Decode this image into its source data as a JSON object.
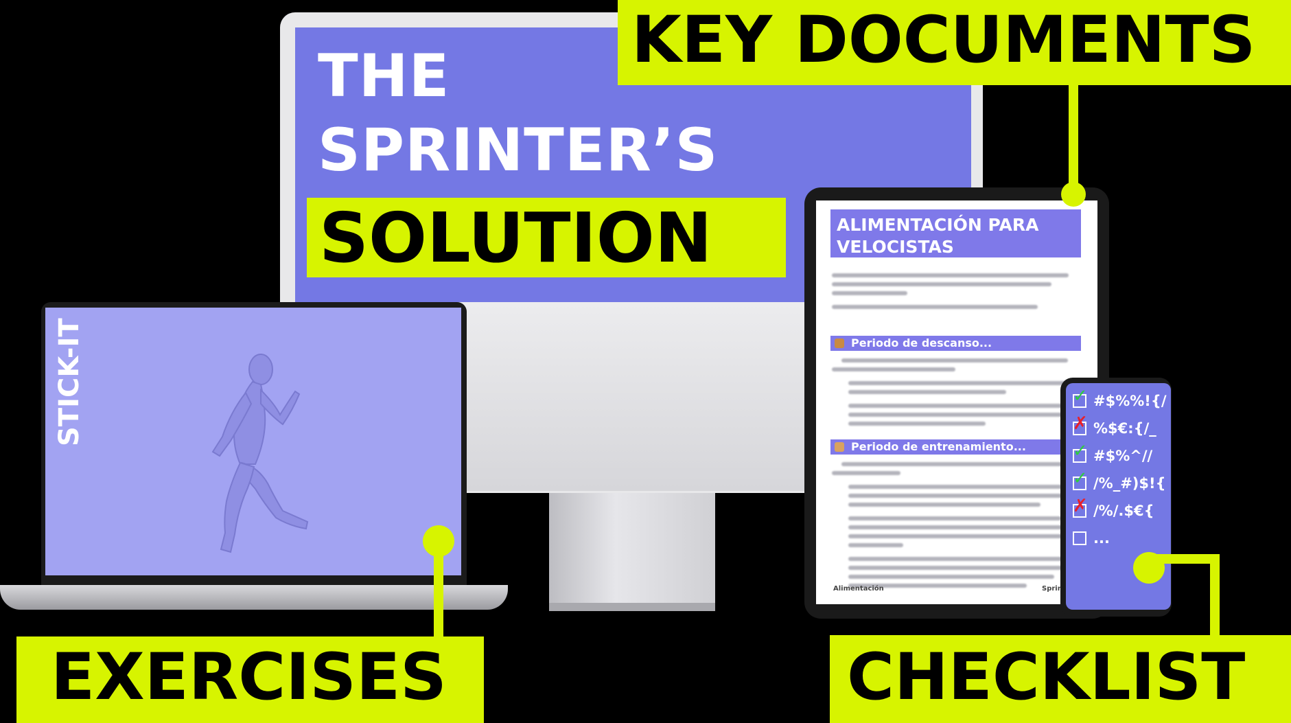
{
  "colors": {
    "accent": "#d7f400",
    "brand_purple": "#7478e4",
    "light_purple": "#a2a3f2",
    "doc_header_purple": "#7f79e9"
  },
  "monitor": {
    "title_line1": "THE",
    "title_line2": "SPRINTER’S",
    "title_highlight": "SOLUTION"
  },
  "laptop": {
    "vertical_label": "STICK-IT",
    "figure_icon": "running-figure-icon"
  },
  "tablet": {
    "doc_title": "ALIMENTACIÓN PARA VELOCISTAS",
    "section1": "Periodo de descanso...",
    "section2": "Periodo de entrenamiento...",
    "footer_left": "Alimentación",
    "footer_right": "Sprin"
  },
  "phone": {
    "items": [
      {
        "status": "check",
        "text": "#$%%!{/"
      },
      {
        "status": "cross",
        "text": "%$€:{/_"
      },
      {
        "status": "check",
        "text": "#$%^//"
      },
      {
        "status": "check",
        "text": "/%_#)$!{"
      },
      {
        "status": "cross",
        "text": "/%/.$€{"
      },
      {
        "status": "empty",
        "text": "..."
      }
    ]
  },
  "labels": {
    "key_documents": "KEY DOCUMENTS",
    "exercises": "EXERCISES",
    "checklist": "CHECKLIST"
  }
}
